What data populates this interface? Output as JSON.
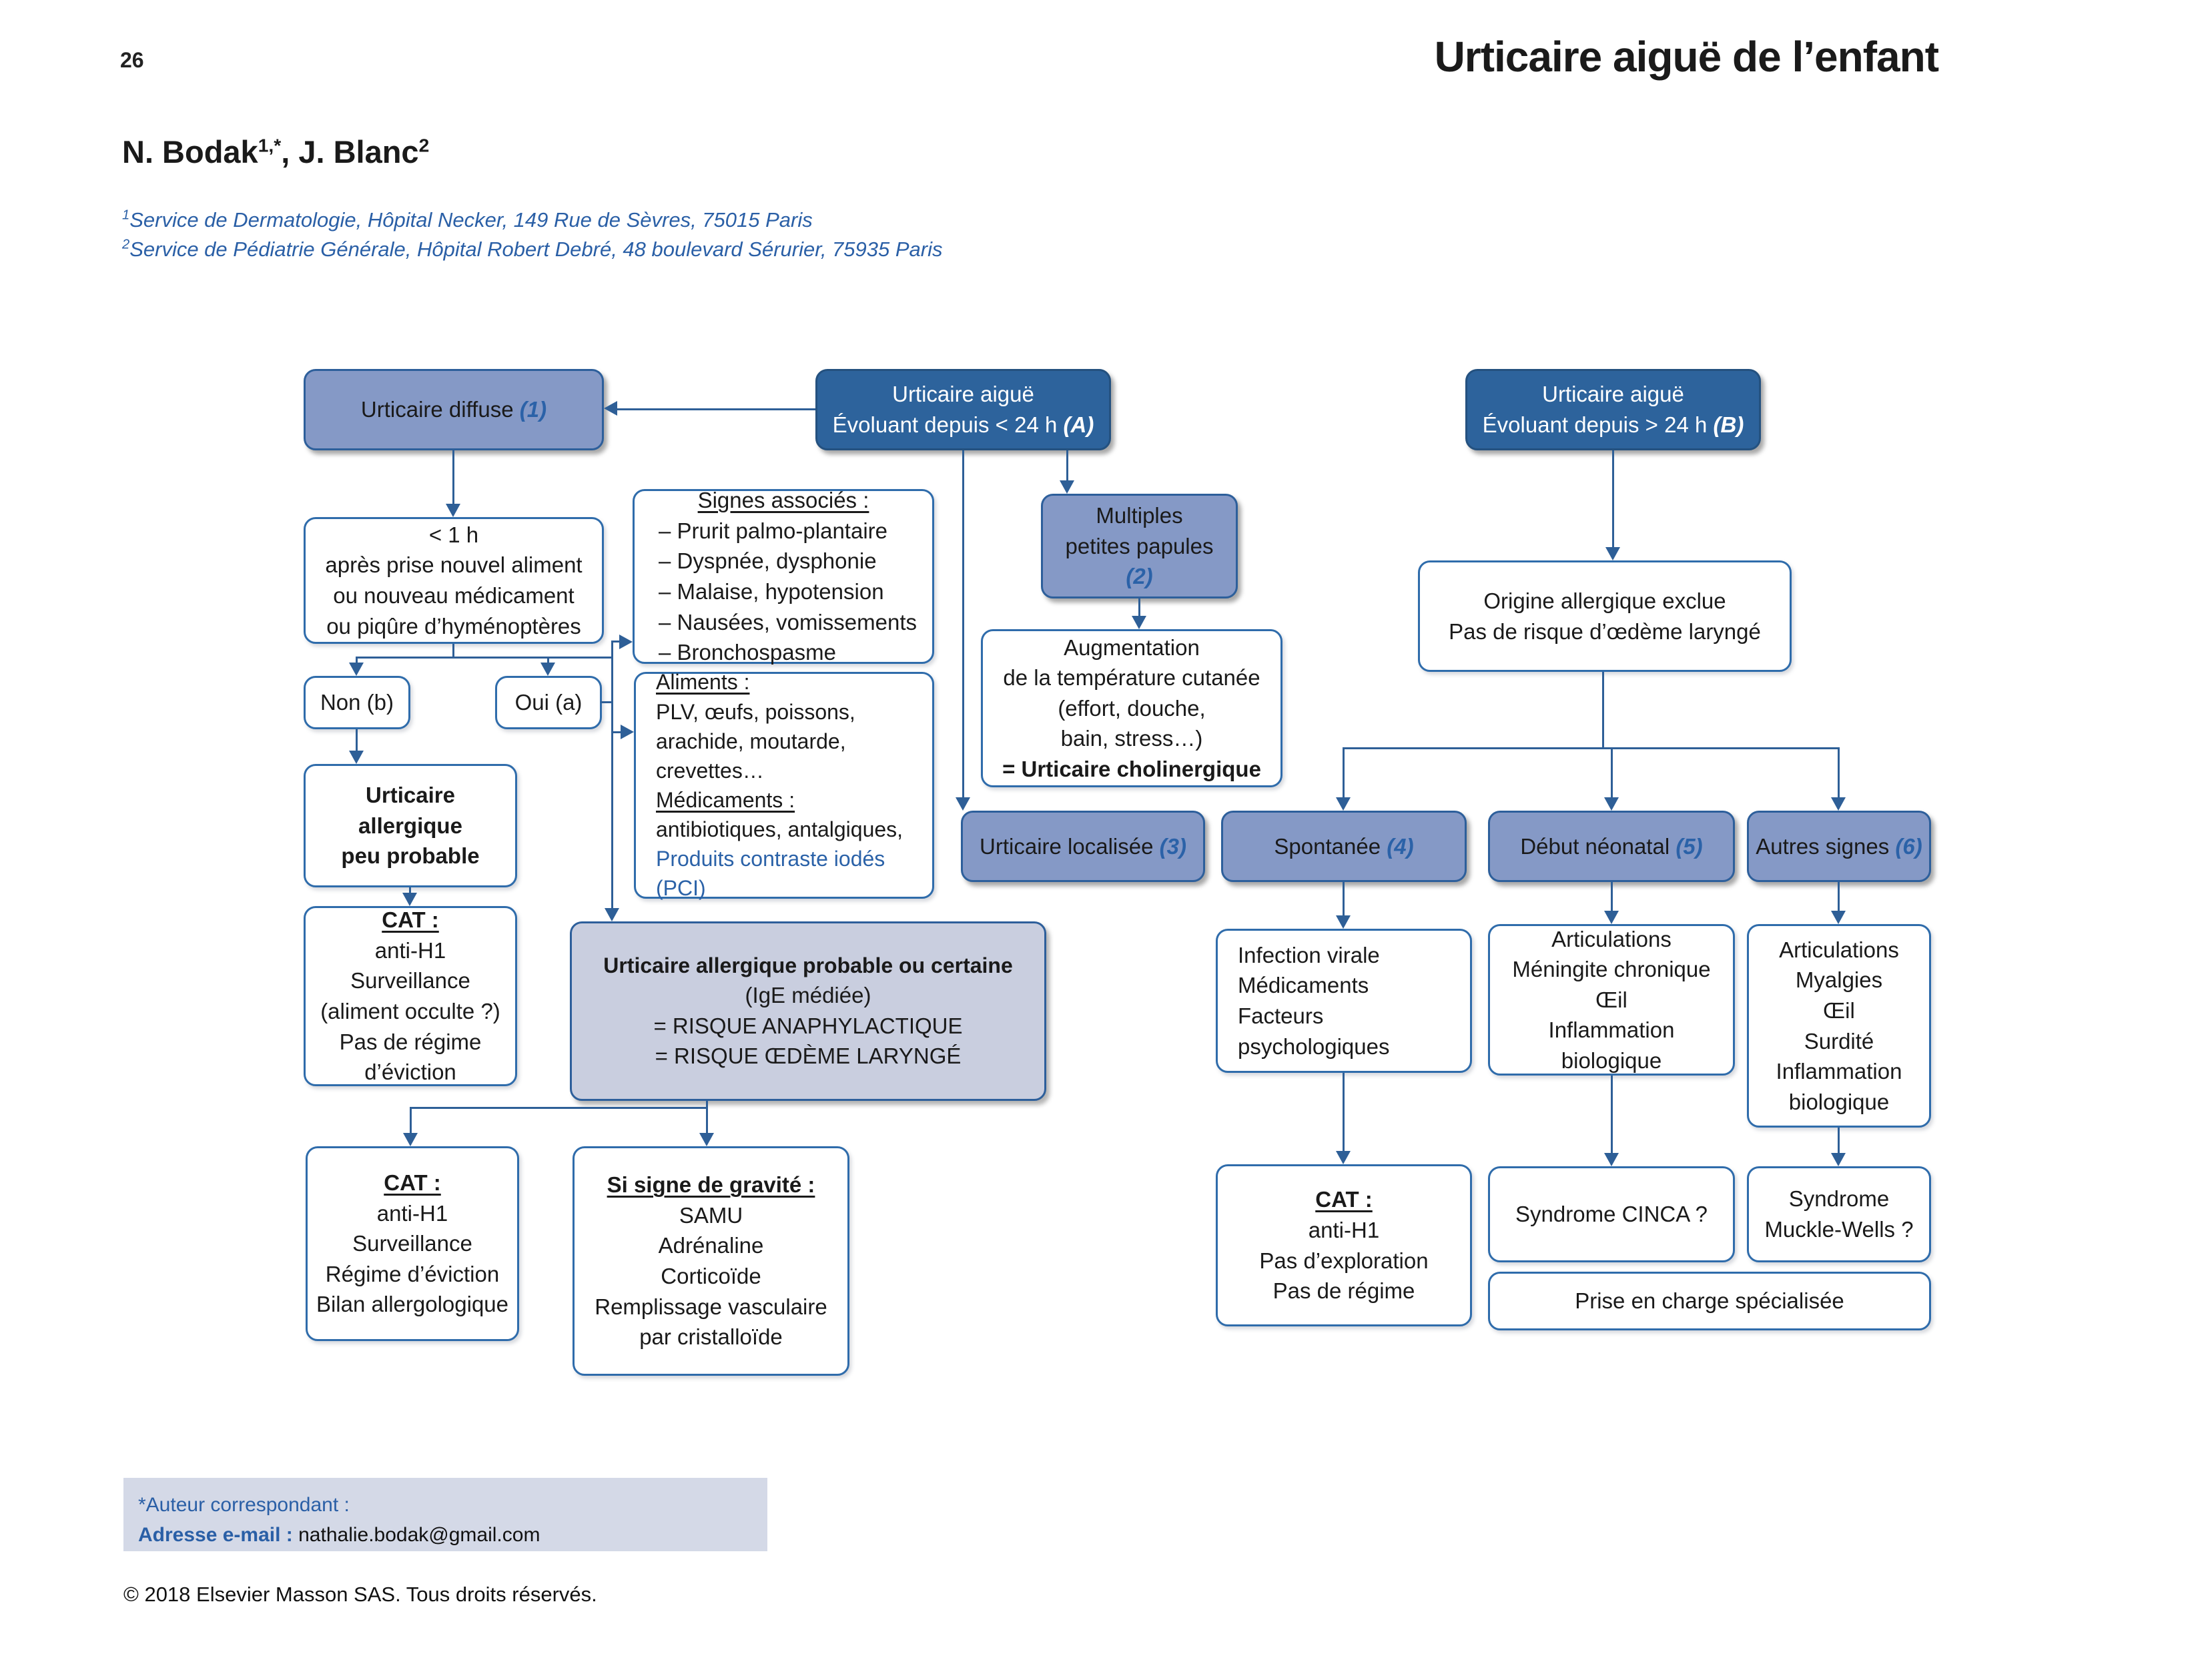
{
  "page": {
    "number": "26",
    "title": "Urticaire aiguë de l’enfant",
    "authors": {
      "name1": "N. Bodak",
      "sup1": "1,*",
      "mid": ", ",
      "name2": "J. Blanc",
      "sup2": "2"
    },
    "affiliations": [
      {
        "sup": "1",
        "text": "Service de Dermatologie, Hôpital Necker, 149 Rue de Sèvres, 75015 Paris"
      },
      {
        "sup": "2",
        "text": "Service de Pédiatrie Générale, Hôpital Robert Debré, 48 boulevard Sérurier, 75935 Paris"
      }
    ],
    "footer": {
      "correspondent_line1": "*Auteur correspondant :",
      "correspondent_label": "Adresse e-mail :",
      "correspondent_email": " nathalie.bodak@gmail.com",
      "copyright": "© 2018 Elsevier Masson SAS. Tous droits réservés."
    }
  },
  "colors": {
    "dark_blue_box": "#2d639c",
    "medium_blue_box": "#8599c6",
    "lavender_box": "#c9cedf",
    "white_box_border": "#2f6cab",
    "connector": "#2e5f97",
    "accent_blue_text": "#2b62a8",
    "footer_box": "#d4d9e7"
  },
  "flowchart": {
    "diffuse": {
      "label": "Urticaire diffuse ",
      "num": "(1)"
    },
    "acute_a": {
      "line1": "Urticaire aiguë",
      "line2": "Évoluant depuis < 24 h ",
      "num": "(A)"
    },
    "acute_b": {
      "line1": "Urticaire aiguë",
      "line2": "Évoluant depuis > 24 h ",
      "num": "(B)"
    },
    "one_hour": {
      "lines": [
        "< 1 h",
        "après prise nouvel aliment",
        "ou nouveau médicament",
        "ou piqûre d’hyménoptères"
      ]
    },
    "signes": {
      "title": "Signes associés :",
      "items": [
        "– Prurit palmo-plantaire",
        "– Dyspnée, dysphonie",
        "– Malaise, hypotension",
        "– Nausées, vomissements",
        "– Bronchospasme"
      ]
    },
    "multiples": {
      "line1": "Multiples",
      "line2": "petites papules",
      "num": "(2)"
    },
    "augmentation": {
      "lines": [
        "Augmentation",
        "de la température cutanée",
        "(effort, douche,",
        "bain, stress…)"
      ],
      "bold_line": "= Urticaire cholinergique"
    },
    "origine": {
      "lines": [
        "Origine allergique exclue",
        "Pas de risque d’œdème laryngé"
      ]
    },
    "non": "Non (b)",
    "oui": "Oui (a)",
    "aliments": {
      "title1": "Aliments :",
      "items1": [
        "PLV, œufs, poissons,",
        "arachide, moutarde,",
        "crevettes…"
      ],
      "title2": "Médicaments :",
      "items2": [
        "antibiotiques, antalgiques,"
      ],
      "blue_lines": [
        "Produits contraste iodés",
        "(PCI)"
      ]
    },
    "peu_probable": {
      "lines": [
        "Urticaire",
        "allergique",
        "peu probable"
      ]
    },
    "cat1": {
      "title": "CAT :",
      "lines": [
        "anti-H1",
        "Surveillance",
        "(aliment occulte ?)",
        "Pas de régime",
        "d’éviction"
      ]
    },
    "probable": {
      "bold": "Urticaire allergique probable ou certaine",
      "lines": [
        "(IgE médiée)",
        "= RISQUE ANAPHYLACTIQUE",
        "= RISQUE ŒDÈME LARYNGÉ"
      ]
    },
    "localisee": {
      "label": "Urticaire localisée ",
      "num": "(3)"
    },
    "spontanee": {
      "label": "Spontanée ",
      "num": "(4)"
    },
    "neonatal": {
      "label": "Début néonatal ",
      "num": "(5)"
    },
    "autres": {
      "label": "Autres signes ",
      "num": "(6)"
    },
    "infection": {
      "lines": [
        "Infection virale",
        "Médicaments",
        "Facteurs",
        "psychologiques"
      ]
    },
    "artic1": {
      "lines": [
        "Articulations",
        "Méningite chronique",
        "Œil",
        "Inflammation",
        "biologique"
      ]
    },
    "artic2": {
      "lines": [
        "Articulations",
        "Myalgies",
        "Œil",
        "Surdité",
        "Inflammation",
        "biologique"
      ]
    },
    "cat2": {
      "title": "CAT :",
      "lines": [
        "anti-H1",
        "Surveillance",
        "Régime d’éviction",
        "Bilan allergologique"
      ]
    },
    "gravite": {
      "title": "Si signe de gravité :",
      "lines": [
        "SAMU",
        "Adrénaline",
        "Corticoïde",
        "Remplissage vasculaire",
        "par cristalloïde"
      ]
    },
    "cat3": {
      "title": "CAT :",
      "lines": [
        "anti-H1",
        "Pas d’exploration",
        "Pas de régime"
      ]
    },
    "cinca": "Syndrome CINCA ?",
    "muckle": {
      "lines": [
        "Syndrome",
        "Muckle-Wells ?"
      ]
    },
    "prise": "Prise en charge spécialisée"
  }
}
